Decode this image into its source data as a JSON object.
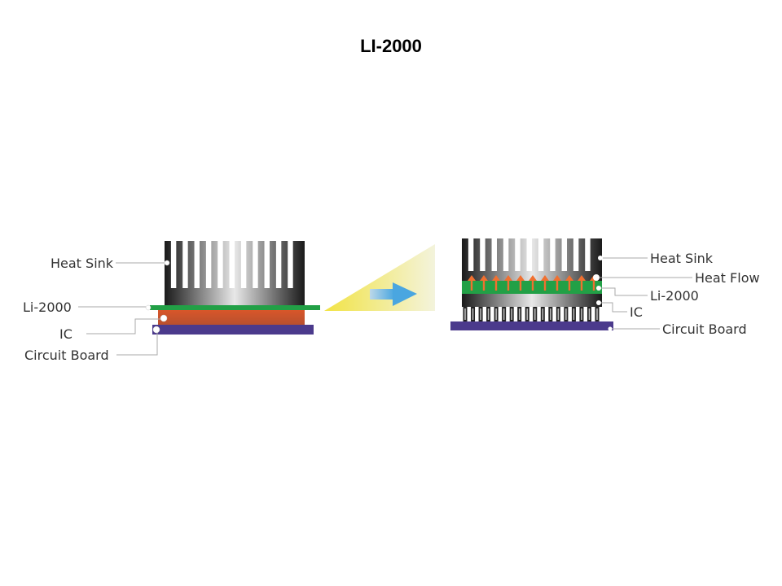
{
  "title": "LI-2000",
  "left_diagram": {
    "labels": {
      "heat_sink": "Heat Sink",
      "li2000": "Li-2000",
      "ic": "IC",
      "circuit_board": "Circuit Board"
    }
  },
  "right_diagram": {
    "labels": {
      "heat_sink": "Heat Sink",
      "heat_flow": "Heat Flow",
      "li2000": "Li-2000",
      "ic": "IC",
      "circuit_board": "Circuit Board"
    },
    "heat_flow_arrow_count": 11,
    "ic_pin_count": 18
  },
  "colors": {
    "li2000": "#22a046",
    "ic_left": "#d4582a",
    "circuit_board": "#4b3a8c",
    "heat_arrow": "#f07030",
    "transition_arrow": "#5aaee0",
    "spotlight": "#f2e23a"
  },
  "fin_count": 12
}
